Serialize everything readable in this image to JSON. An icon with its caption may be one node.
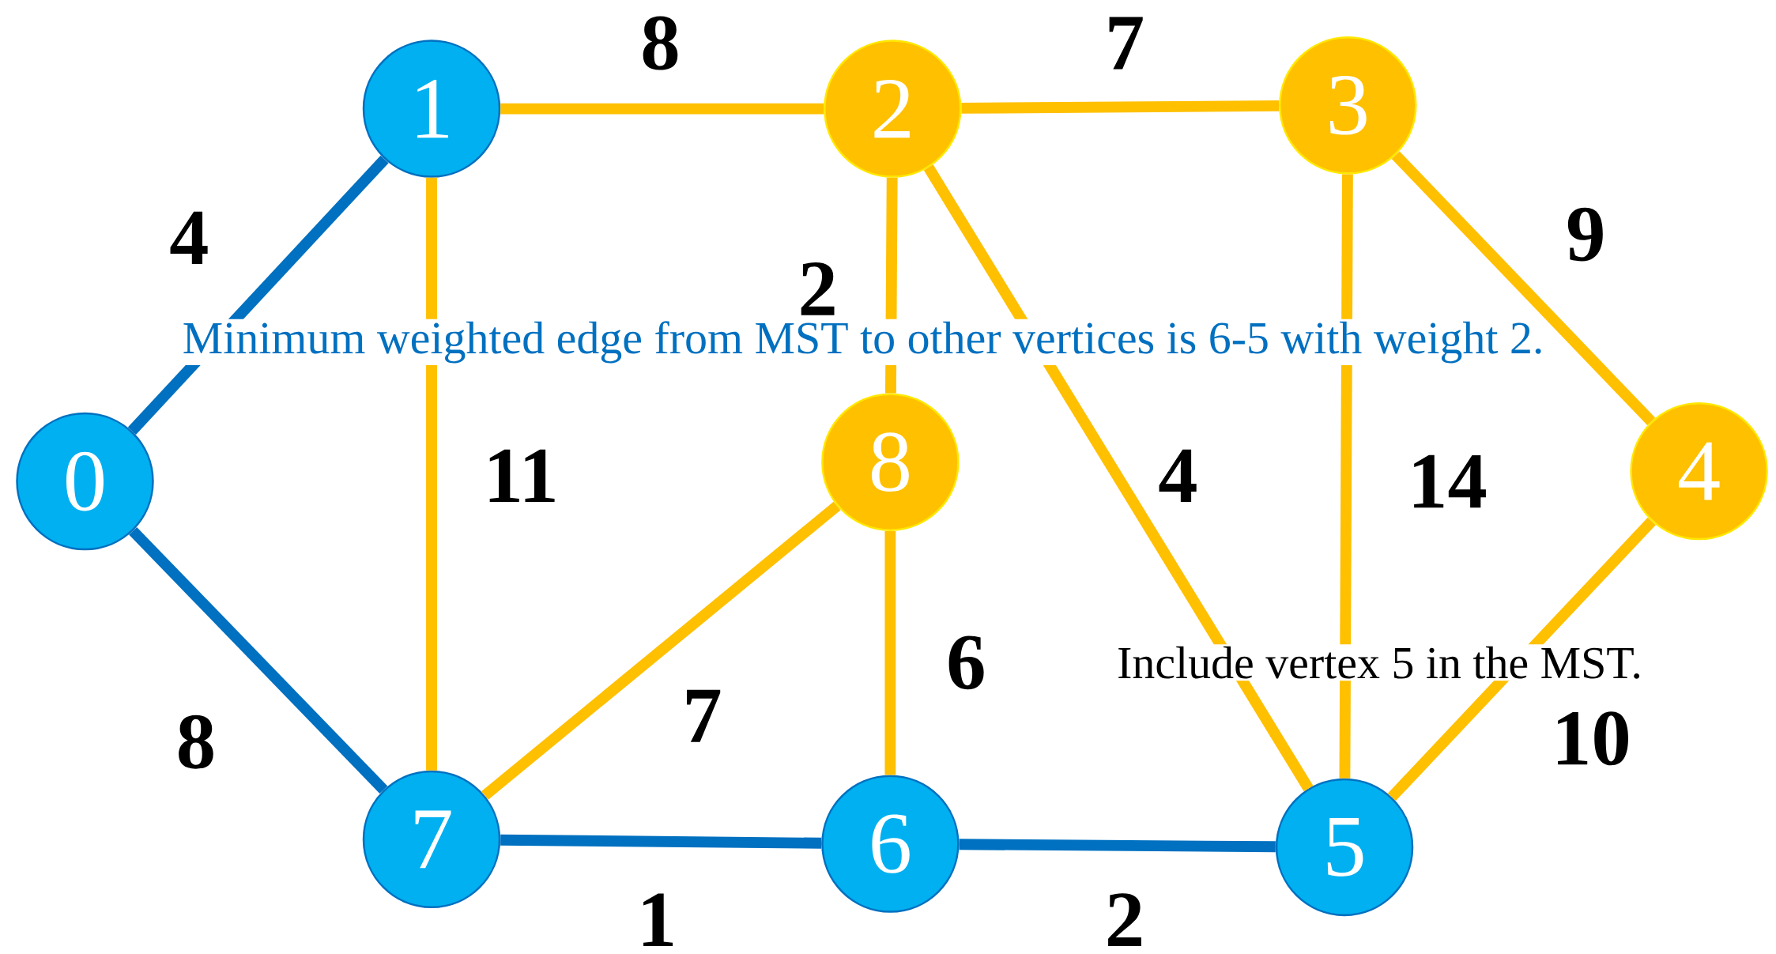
{
  "diagram": {
    "nodes": [
      {
        "text": [
          "0"
        ]
      },
      {
        "text": [
          "1"
        ]
      },
      {
        "text": [
          "2"
        ]
      },
      {
        "text": [
          "3"
        ]
      },
      {
        "text": [
          "4"
        ]
      },
      {
        "text": [
          "5"
        ]
      },
      {
        "text": [
          "6"
        ]
      },
      {
        "text": [
          "7"
        ]
      },
      {
        "text": [
          "8"
        ]
      }
    ],
    "edges": [
      {
        "from": 0,
        "to": 1,
        "arrow": "none",
        "label": "4",
        "color": "#0070c0"
      },
      {
        "from": 0,
        "to": 7,
        "arrow": "none",
        "label": "8",
        "color": "#0070c0"
      },
      {
        "from": 1,
        "to": 2,
        "arrow": "none",
        "label": "8"
      },
      {
        "from": 1,
        "to": 7,
        "arrow": "none",
        "label": "11"
      },
      {
        "from": 2,
        "to": 3,
        "arrow": "none",
        "label": "7"
      },
      {
        "from": 2,
        "to": 8,
        "arrow": "none",
        "label": "2"
      },
      {
        "from": 2,
        "to": 5,
        "arrow": "none",
        "label": "4"
      },
      {
        "from": 3,
        "to": 5,
        "arrow": "none",
        "label": "14"
      },
      {
        "from": 3,
        "to": 4,
        "arrow": "none",
        "label": "9"
      },
      {
        "from": 4,
        "to": 5,
        "arrow": "none",
        "label": "10"
      },
      {
        "from": 8,
        "to": 7,
        "arrow": "none",
        "label": "7"
      },
      {
        "from": 8,
        "to": 6,
        "arrow": "none",
        "label": "6"
      },
      {
        "from": 7,
        "to": 6,
        "arrow": "none",
        "label": "1",
        "color": "#0070c0"
      },
      {
        "from": 6,
        "to": 5,
        "arrow": "none",
        "label": "2",
        "color": "#0070c0"
      }
    ],
    "labels": [
      "Minimum weighted edge from MST to other vertices is 6-5 with weight 2.",
      "Include vertex 5 in the MST."
    ]
  }
}
